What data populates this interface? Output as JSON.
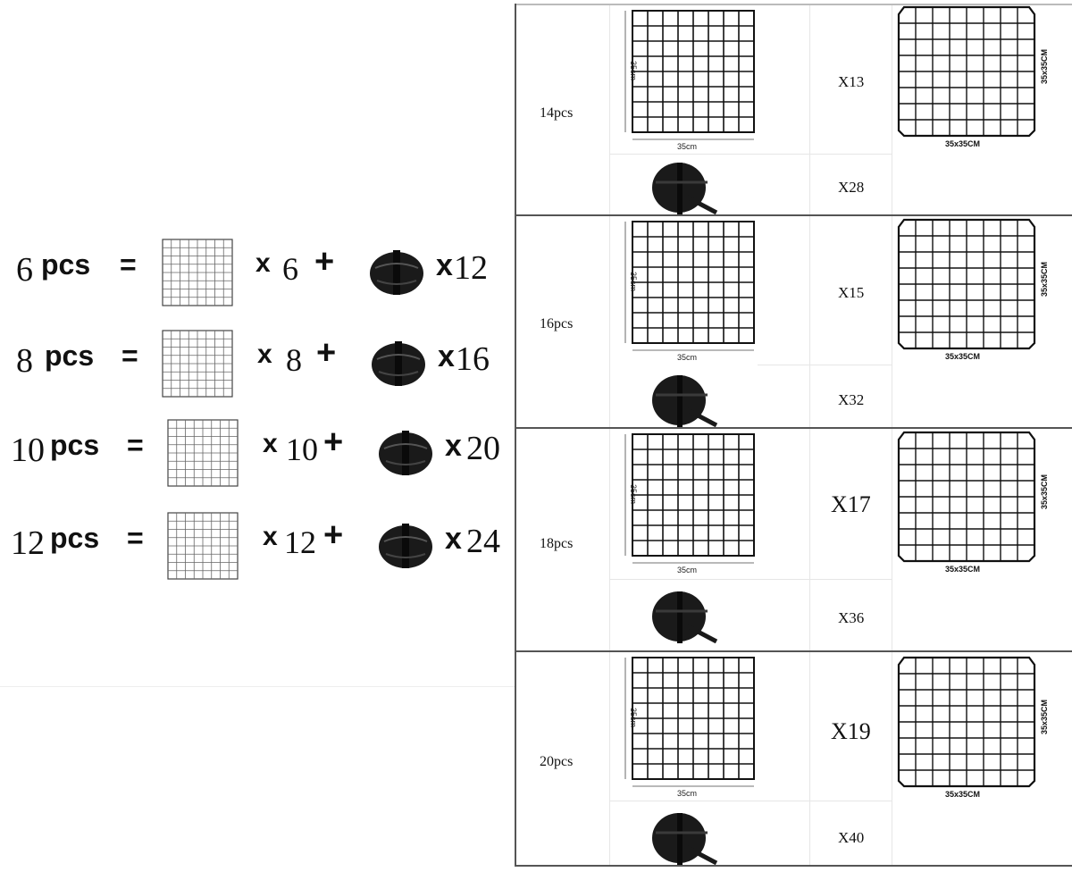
{
  "equations": [
    {
      "pcs": "6",
      "pcs_unit": "pcs",
      "equals": "=",
      "x": "x",
      "panel_count": "6",
      "plus": "+",
      "x2": "x",
      "connector_count": "12"
    },
    {
      "pcs": "8",
      "pcs_unit": "pcs",
      "equals": "=",
      "x": "x",
      "panel_count": "8",
      "plus": "+",
      "x2": "x",
      "connector_count": "16"
    },
    {
      "pcs": "10",
      "pcs_unit": "pcs",
      "equals": "=",
      "x": "x",
      "panel_count": "10",
      "plus": "+",
      "x2": "x",
      "connector_count": "20"
    },
    {
      "pcs": "12",
      "pcs_unit": "pcs",
      "equals": "=",
      "x": "x",
      "panel_count": "12",
      "plus": "+",
      "x2": "x",
      "connector_count": "24"
    }
  ],
  "sets": [
    {
      "label": "14pcs",
      "panel_count": "X13",
      "connector_count": "X28"
    },
    {
      "label": "16pcs",
      "panel_count": "X15",
      "connector_count": "X32"
    },
    {
      "label": "18pcs",
      "panel_count": "X17",
      "connector_count": "X36"
    },
    {
      "label": "20pcs",
      "panel_count": "X19",
      "connector_count": "X40"
    }
  ],
  "dimensions": {
    "width": "35cm",
    "height": "35cm",
    "photo_bottom": "35x35CM",
    "photo_side": "35x35CM"
  },
  "colors": {
    "line": "#111111",
    "divider": "#555555",
    "connector": "#1a1a1a"
  }
}
